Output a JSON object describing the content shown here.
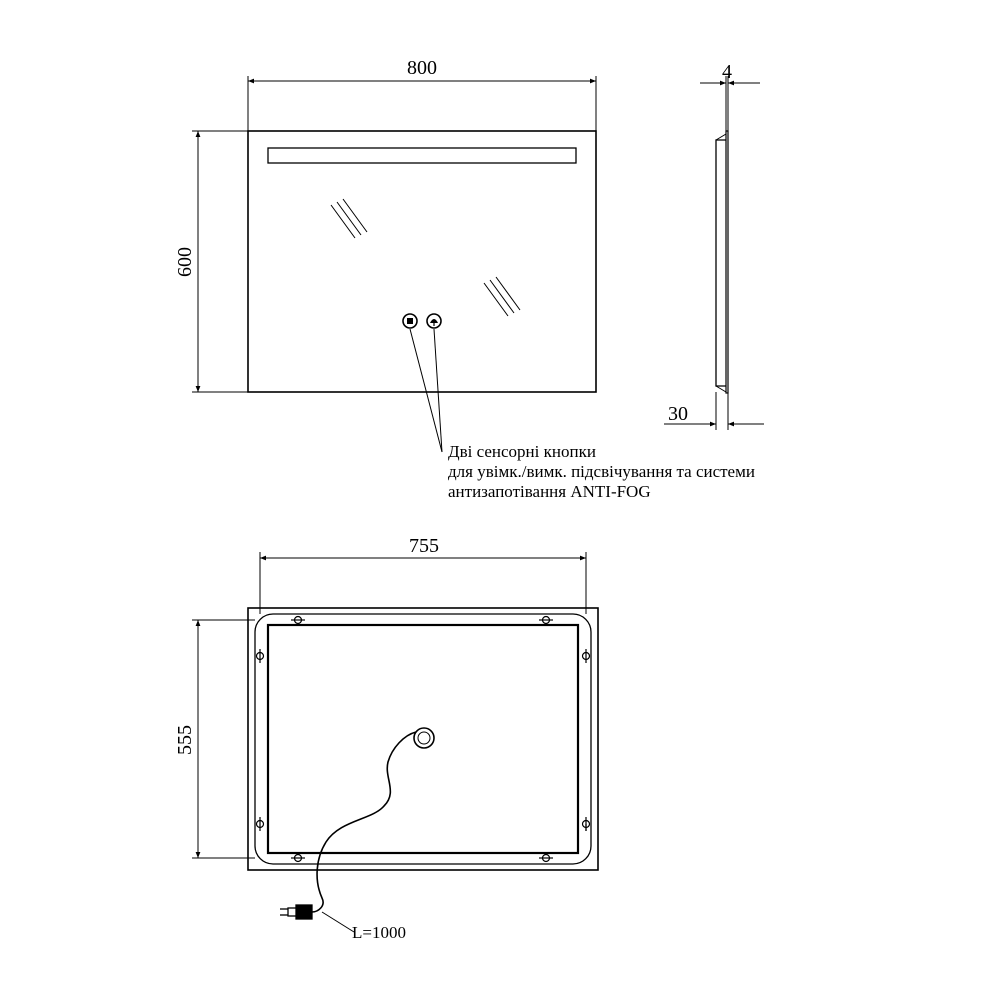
{
  "front_view": {
    "width_label": "800",
    "height_label": "600"
  },
  "side_view": {
    "thickness_label": "4",
    "depth_label": "30"
  },
  "touch_note": {
    "line1": "Дві сенсорні кнопки",
    "line2": "для увімк./вимк. підсвічування та системи",
    "line3": "антизапотівання ANTI-FOG"
  },
  "back_view": {
    "width_label": "755",
    "height_label": "555",
    "cable_label": "L=1000"
  }
}
